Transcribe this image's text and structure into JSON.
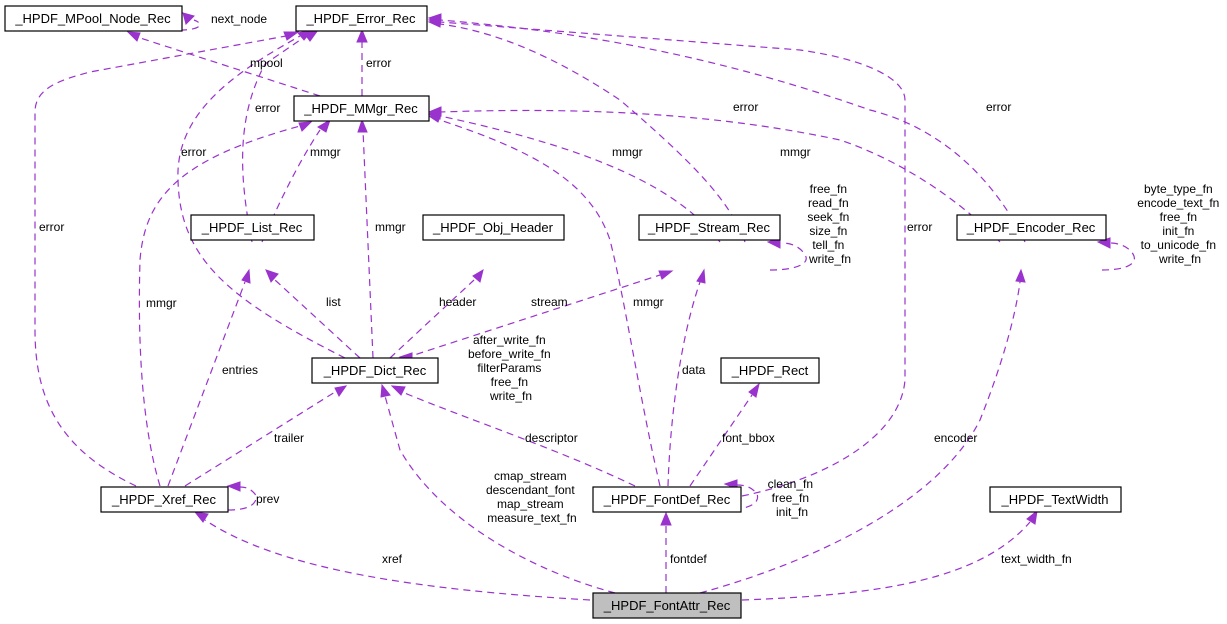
{
  "diagram": {
    "title": "_HPDF_FontAttr_Rec collaboration graph",
    "edge_color": "#9a32cd",
    "focus_fill": "#bfbfbf",
    "nodes": {
      "mpool_node": "_HPDF_MPool_Node_Rec",
      "error_rec": "_HPDF_Error_Rec",
      "mmgr_rec": "_HPDF_MMgr_Rec",
      "list_rec": "_HPDF_List_Rec",
      "obj_header": "_HPDF_Obj_Header",
      "stream_rec": "_HPDF_Stream_Rec",
      "encoder_rec": "_HPDF_Encoder_Rec",
      "dict_rec": "_HPDF_Dict_Rec",
      "rect": "_HPDF_Rect",
      "xref_rec": "_HPDF_Xref_Rec",
      "fontdef_rec": "_HPDF_FontDef_Rec",
      "textwidth": "_HPDF_TextWidth",
      "fontattr_rec": "_HPDF_FontAttr_Rec"
    },
    "labels": {
      "next_node": "next_node",
      "mpool": "mpool",
      "mmgr_error": "error",
      "list_error": "error",
      "dict_error": "error",
      "xref_error": "error",
      "stream_error": "error",
      "fontdef_error": "error",
      "encoder_error": "error",
      "list_mmgr": "mmgr",
      "xref_mmgr": "mmgr",
      "dict_mmgr": "mmgr",
      "stream_mmgr": "mmgr",
      "fontdef_mmgr": "mmgr",
      "encoder_mmgr": "mmgr",
      "stream_self": [
        "free_fn",
        "read_fn",
        "seek_fn",
        "size_fn",
        "tell_fn",
        "write_fn"
      ],
      "encoder_self": [
        "byte_type_fn",
        "encode_text_fn",
        "free_fn",
        "init_fn",
        "to_unicode_fn",
        "write_fn"
      ],
      "dict_self": [
        "after_write_fn",
        "before_write_fn",
        "filterParams",
        "free_fn",
        "write_fn"
      ],
      "fontdef_self": [
        "clean_fn",
        "free_fn",
        "init_fn"
      ],
      "xref_self": "prev",
      "list": "list",
      "header": "header",
      "stream": "stream",
      "entries": "entries",
      "trailer": "trailer",
      "data": "data",
      "font_bbox": "font_bbox",
      "descriptor": "descriptor",
      "encoder": "encoder",
      "fontattr_dict": [
        "cmap_stream",
        "descendant_font",
        "map_stream",
        "measure_text_fn"
      ],
      "xref": "xref",
      "fontdef": "fontdef",
      "text_width_fn": "text_width_fn"
    }
  }
}
